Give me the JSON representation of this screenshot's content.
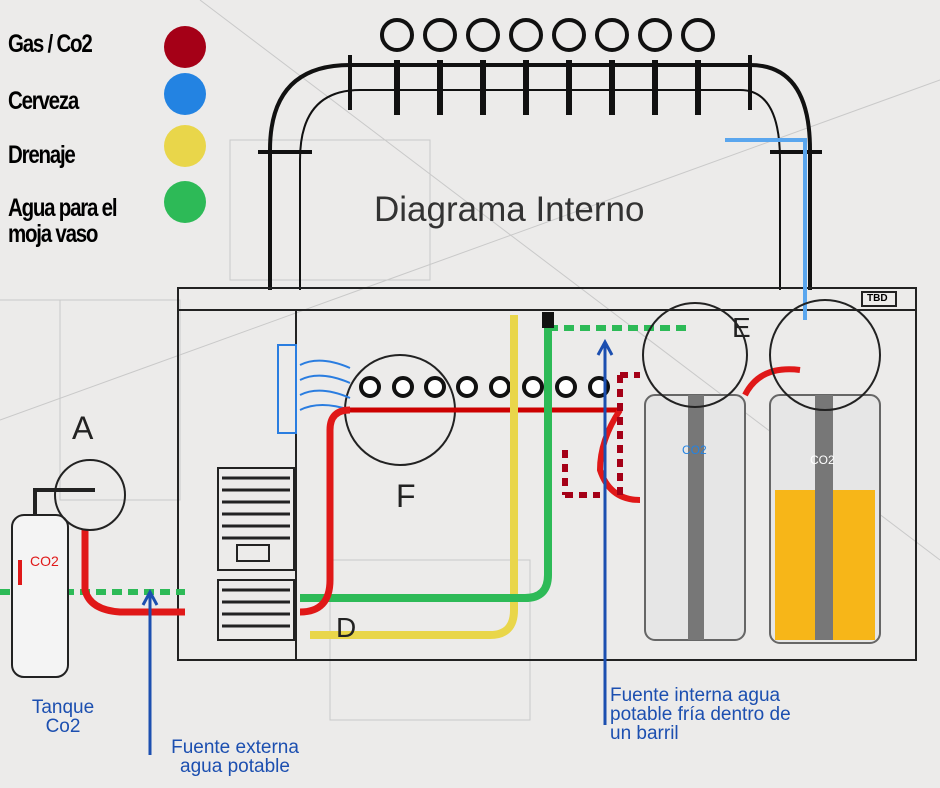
{
  "title": "Diagrama Interno",
  "legend": [
    {
      "label": "Gas / Co2",
      "color": "#a50017"
    },
    {
      "label": "Cerveza",
      "color": "#2383e2"
    },
    {
      "label": "Drenaje",
      "color": "#e9d64a"
    },
    {
      "label": "Agua para el moja vaso",
      "color": "#2dba57"
    }
  ],
  "labels": {
    "a": "A",
    "f": "F",
    "d": "D",
    "e": "E",
    "tank": "Tanque Co2",
    "tank_co2": "CO2",
    "keg_co2_1": "CO2",
    "keg_co2_2": "CO2",
    "external": "Fuente externa agua potable",
    "internal": "Fuente interna agua potable fría dentro de un barril",
    "brand": "TBD"
  }
}
